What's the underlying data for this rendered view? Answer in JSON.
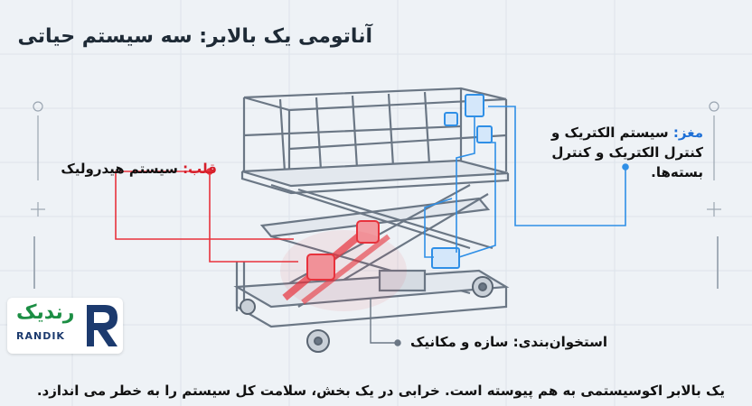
{
  "title": "آناتومی یک بالابر: سه سیستم حیاتی",
  "labels": {
    "heart_prefix": "قلب:",
    "heart_text": "سیستم هیدرولیک",
    "brain_prefix": "مغز:",
    "brain_text": "سیستم الکتریک و کنترل الکتریک و کنترل بسته‌ها.",
    "skeleton_text": "استخوان‌بندی: سازه و مکانیک"
  },
  "caption": "یک بالابر اکوسیستمی به هم پیوسته است. خرابی در یک بخش، سلامت کل سیستم را به خطر می اندازد.",
  "logo": {
    "fa": "رندیک",
    "en": "RANDIK"
  },
  "colors": {
    "hydraulic": "#e8323c",
    "electrical": "#2f8fe6",
    "structure": "#6b7785"
  }
}
